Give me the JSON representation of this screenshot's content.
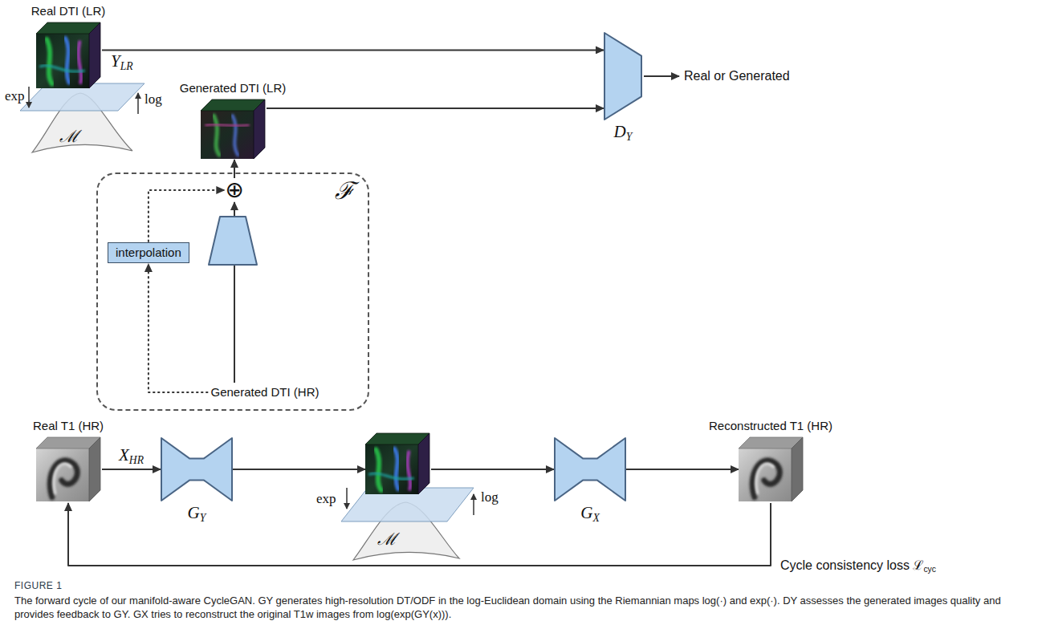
{
  "diagram": {
    "title": "FIGURE 1",
    "caption": "The forward cycle of our manifold-aware CycleGAN. GY generates high-resolution DT/ODF in the log-Euclidean domain using the Riemannian maps log(·) and exp(·). DY assesses the generated images quality and provides feedback to GY. GX tries to reconstruct the original T1w images from log(exp(GY(x))).",
    "nodes": [
      {
        "text": [
          "Real DTI (LR)"
        ]
      },
      {
        "text": [
          "Generated DTI (LR)"
        ]
      },
      {
        "text": [
          "DY"
        ]
      },
      {
        "text": [
          "ℱ"
        ]
      },
      {
        "text": [
          "interpolation"
        ],
        "in": 3
      },
      {
        "text": [
          "⊕"
        ],
        "in": 3
      },
      {
        "text": [
          "Real T1 (HR)"
        ]
      },
      {
        "text": [
          "GY"
        ]
      },
      {
        "text": [
          "Generated DTI (HR)"
        ]
      },
      {
        "text": [
          "GX"
        ]
      },
      {
        "text": [
          "Reconstructed T1 (HR)"
        ]
      }
    ],
    "edges": [
      {
        "from": 0,
        "to": 2,
        "arrow": "to"
      },
      {
        "from": 1,
        "to": 2,
        "arrow": "to"
      },
      {
        "from": 8,
        "to": 4,
        "arrow": "to"
      },
      {
        "from": 4,
        "to": 5,
        "arrow": "to"
      },
      {
        "from": 8,
        "to": 5,
        "arrow": "to"
      },
      {
        "from": 5,
        "to": 1,
        "arrow": "to"
      },
      {
        "from": 6,
        "to": 7,
        "arrow": "to",
        "label": "XHR"
      },
      {
        "from": 7,
        "to": 8,
        "arrow": "to"
      },
      {
        "from": 8,
        "to": 9,
        "arrow": "to"
      },
      {
        "from": 9,
        "to": 10,
        "arrow": "to"
      },
      {
        "from": 10,
        "to": 6,
        "arrow": "to",
        "label": "Cycle consistency loss ℒcyc"
      }
    ],
    "labels": [
      "exp",
      "log",
      "ℳ",
      "YLR",
      "Real or Generated",
      "exp",
      "log",
      "ℳ"
    ]
  }
}
